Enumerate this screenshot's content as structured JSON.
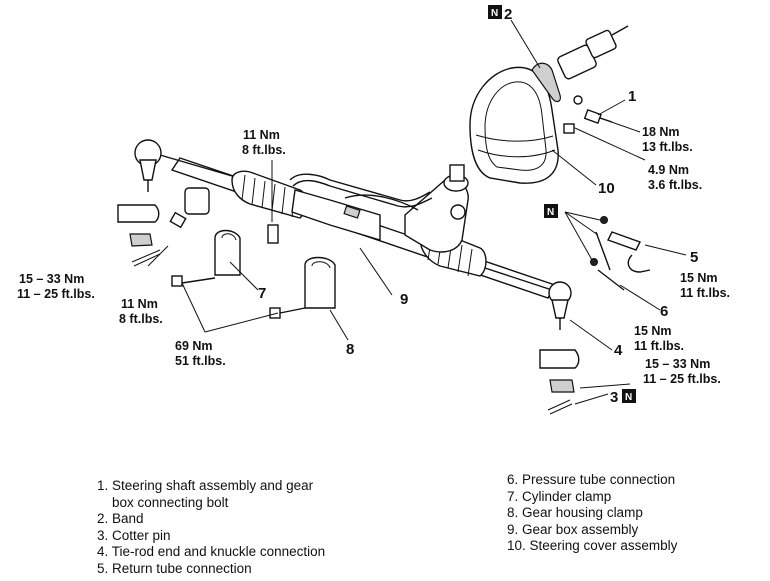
{
  "callouts": {
    "n1": "1",
    "n2": "2",
    "n3": "3",
    "n4": "4",
    "n5": "5",
    "n6": "6",
    "n7": "7",
    "n8": "8",
    "n9": "9",
    "n10": "10"
  },
  "badge": "N",
  "torques": {
    "top_nm": "11 Nm",
    "top_ft": "8 ft.lbs.",
    "tr1_nm": "18 Nm",
    "tr1_ft": "13 ft.lbs.",
    "tr2_nm": "4.9 Nm",
    "tr2_ft": "3.6 ft.lbs.",
    "left_nm": "15 – 33 Nm",
    "left_ft": "11 – 25 ft.lbs.",
    "mid_nm": "11 Nm",
    "mid_ft": "8 ft.lbs.",
    "bot_nm": "69 Nm",
    "bot_ft": "51 ft.lbs.",
    "r5_nm": "15 Nm",
    "r5_ft": "11 ft.lbs.",
    "r6_nm": "15 Nm",
    "r6_ft": "11 ft.lbs.",
    "r3_nm": "15 – 33 Nm",
    "r3_ft": "11 – 25 ft.lbs."
  },
  "legend_left": [
    "1. Steering shaft assembly and gear",
    "    box connecting bolt",
    "2. Band",
    "3. Cotter pin",
    "4. Tie-rod end and knuckle connection",
    "5. Return tube connection"
  ],
  "legend_right": [
    "6. Pressure tube connection",
    "7. Cylinder clamp",
    "8. Gear housing clamp",
    "9. Gear box assembly",
    "10. Steering cover assembly"
  ]
}
